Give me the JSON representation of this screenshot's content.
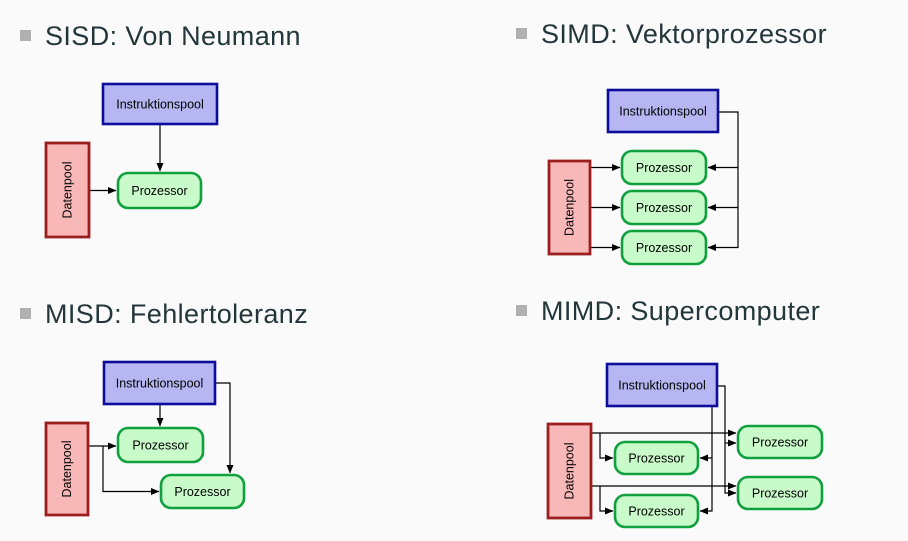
{
  "slide": {
    "sections": [
      {
        "id": "sisd",
        "title": "SISD: Von Neumann"
      },
      {
        "id": "simd",
        "title": "SIMD: Vektorprozessor"
      },
      {
        "id": "misd",
        "title": "MISD: Fehlertoleranz"
      },
      {
        "id": "mimd",
        "title": "MIMD: Supercomputer"
      }
    ],
    "labels": {
      "instruction_pool": "Instruktionspool",
      "data_pool": "Datenpool",
      "processor": "Prozessor"
    }
  },
  "colors": {
    "background": "#fafafa",
    "title_text": "#23373b",
    "bullet": "#b0b0b0",
    "instruction_fill": "#b6b6f2",
    "instruction_border": "#0d0d9b",
    "data_fill": "#f9b8b8",
    "data_border": "#9b1f1f",
    "processor_fill": "#c9fac9",
    "processor_border": "#10a03e",
    "wire": "#000000"
  }
}
